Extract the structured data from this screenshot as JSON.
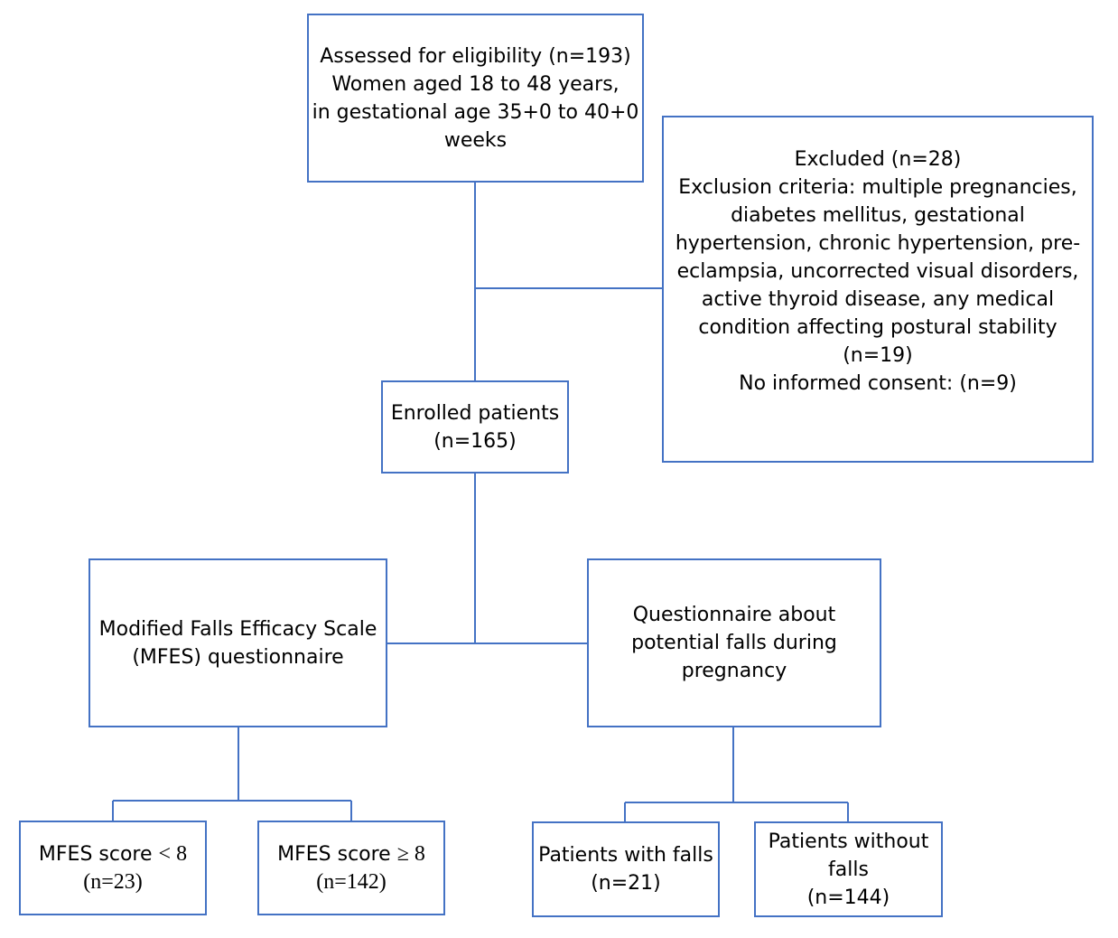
{
  "colors": {
    "box_border": "#4472C4",
    "connector": "#4472C4",
    "text": "#000000",
    "background": "#ffffff"
  },
  "boxes": {
    "eligibility": {
      "lines": [
        "Assessed for eligibility (n=193)",
        "Women aged 18 to 48 years,",
        "in gestational age 35+0 to 40+0",
        "weeks"
      ]
    },
    "excluded": {
      "lines": [
        "Excluded (n=28)",
        "Exclusion criteria: multiple pregnancies,",
        "diabetes mellitus, gestational",
        "hypertension, chronic hypertension, pre-",
        "eclampsia, uncorrected visual disorders,",
        "active thyroid disease, any medical",
        "condition affecting postural stability",
        "(n=19)",
        "No informed consent: (n=9)"
      ]
    },
    "enrolled": {
      "lines": [
        "Enrolled patients",
        "(n=165)"
      ]
    },
    "mfes": {
      "lines": [
        "Modified Falls Efficacy Scale",
        "(MFES) questionnaire"
      ]
    },
    "falls_questionnaire": {
      "lines": [
        "Questionnaire about",
        "potential falls during",
        "pregnancy"
      ]
    },
    "mfes_low": {
      "label": "MFES score",
      "operator": "< 8",
      "count": "(n=23)"
    },
    "mfes_high": {
      "label": "MFES score",
      "operator": "≥ 8",
      "count": "(n=142)"
    },
    "with_falls": {
      "lines": [
        "Patients with falls",
        "(n=21)"
      ]
    },
    "without_falls": {
      "lines": [
        "Patients without",
        "falls",
        "(n=144)"
      ]
    }
  }
}
